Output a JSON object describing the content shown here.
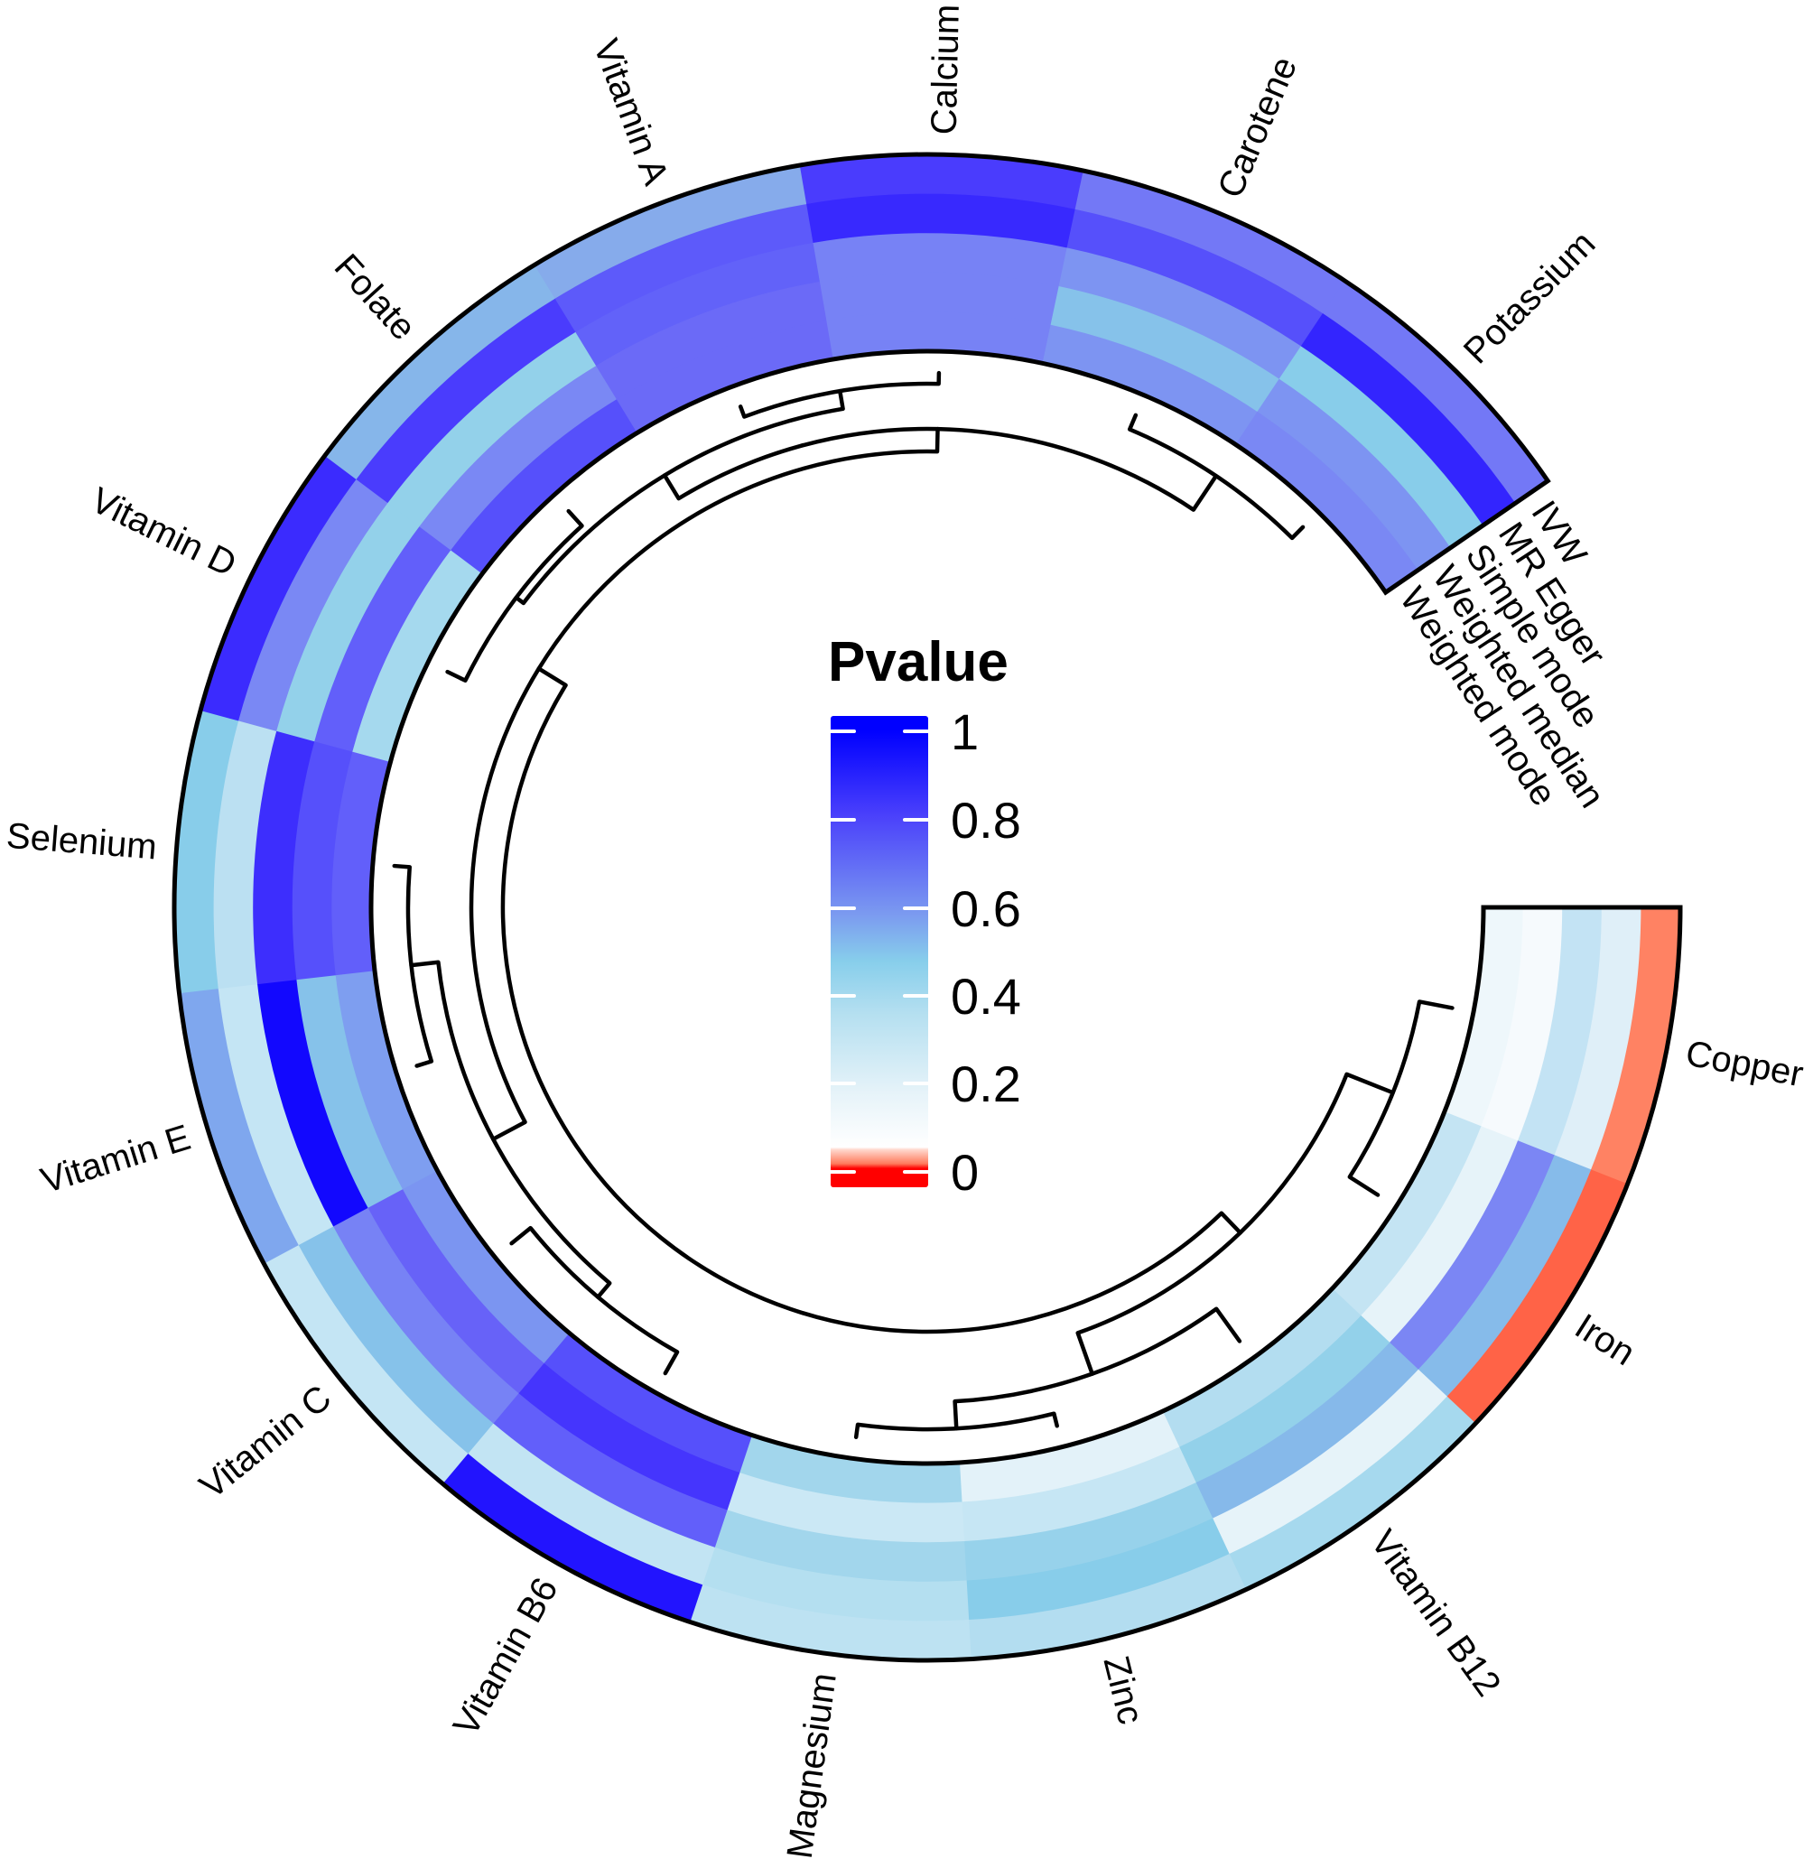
{
  "chart_data": {
    "type": "heatmap",
    "subtype": "circular heatmap with dendrogram",
    "title": "",
    "legend": {
      "title": "Pvalue",
      "ticks": [
        "1",
        "0.8",
        "0.6",
        "0.4",
        "0.2",
        "0"
      ],
      "tick_values": [
        1,
        0.8,
        0.6,
        0.4,
        0.2,
        0
      ],
      "colors": {
        "high": "#0000ff",
        "mid": "#87ceeb",
        "low": "#ffffff",
        "zero": "#ff0000"
      }
    },
    "tracks_outer_to_inner": [
      "IVW",
      "MR Egger",
      "Simple mode",
      "Weighted median",
      "Weighted mode"
    ],
    "sectors_clockwise": [
      "Copper",
      "Iron",
      "Vitamin B12",
      "Zinc",
      "Magnesium",
      "Vitamin B6",
      "Vitamin C",
      "Vitamin E",
      "Selenium",
      "Vitamin D",
      "Folate",
      "Vitamin A",
      "Calcium",
      "Carotene",
      "Potassium"
    ],
    "cells_colors_inner_to_outer": {
      "Copper": [
        "#eef7fb",
        "#f6fafd",
        "#c3e3f4",
        "#dfeff8",
        "#ff8263"
      ],
      "Iron": [
        "#c4e4f3",
        "#e6f3f9",
        "#7b86f4",
        "#86bbea",
        "#ff6347"
      ],
      "Vitamin B12": [
        "#b3ddf0",
        "#93d1ea",
        "#86b9ea",
        "#e6f3f9",
        "#a6d9ee"
      ],
      "Zinc": [
        "#e3f2f9",
        "#c6e6f4",
        "#97d2eb",
        "#88cdea",
        "#b3ddf0"
      ],
      "Magnesium": [
        "#a2d6ec",
        "#cbe8f5",
        "#a2d6ec",
        "#b4dff0",
        "#bde2f2"
      ],
      "Vitamin B6": [
        "#5650fb",
        "#4535fd",
        "#625ffa",
        "#c2e4f3",
        "#2214fe"
      ],
      "Vitamin C": [
        "#7b95f1",
        "#6762f8",
        "#7782f5",
        "#86c2ea",
        "#c4e5f4"
      ],
      "Vitamin E": [
        "#7e9ef0",
        "#86c2ea",
        "#1208fe",
        "#c4e5f4",
        "#7fa7ee"
      ],
      "Selenium": [
        "#625ffa",
        "#5650fb",
        "#3d2efd",
        "#bbe0f2",
        "#88cdea"
      ],
      "Vitamin D": [
        "#a5d9ee",
        "#625ffa",
        "#93d1ea",
        "#7a88f4",
        "#3b2bfe"
      ],
      "Folate": [
        "#5650fb",
        "#7a88f4",
        "#93d1ea",
        "#4a3cfd",
        "#86b6ea"
      ],
      "Vitamin A": [
        "#6b6af7",
        "#6b6af7",
        "#6262f9",
        "#5d5afa",
        "#86abeb"
      ],
      "Calcium": [
        "#7782f5",
        "#7782f5",
        "#7782f5",
        "#3829fe",
        "#4a3cfd"
      ],
      "Carotene": [
        "#7d94f2",
        "#86c2ea",
        "#7d94f2",
        "#5650fb",
        "#7378f6"
      ],
      "Potassium": [
        "#7a88f4",
        "#7d94f2",
        "#88cdea",
        "#3325fe",
        "#7378f6"
      ]
    },
    "pvalues_estimated": {
      "columns": [
        "IVW",
        "MR Egger",
        "Simple mode",
        "Weighted median",
        "Weighted mode"
      ],
      "rows": {
        "Copper": [
          0.01,
          0.17,
          0.35,
          0.1,
          0.12
        ],
        "Iron": [
          0.0,
          0.6,
          0.75,
          0.15,
          0.32
        ],
        "Vitamin B12": [
          0.43,
          0.15,
          0.6,
          0.47,
          0.36
        ],
        "Zinc": [
          0.36,
          0.48,
          0.47,
          0.31,
          0.17
        ],
        "Magnesium": [
          0.32,
          0.36,
          0.44,
          0.3,
          0.44
        ],
        "Vitamin B6": [
          0.98,
          0.32,
          0.87,
          0.92,
          0.89
        ],
        "Vitamin C": [
          0.31,
          0.55,
          0.77,
          0.85,
          0.72
        ],
        "Vitamin E": [
          0.65,
          0.31,
          0.99,
          0.55,
          0.7
        ],
        "Selenium": [
          0.48,
          0.33,
          0.93,
          0.89,
          0.86
        ],
        "Vitamin D": [
          0.94,
          0.76,
          0.45,
          0.86,
          0.42
        ],
        "Folate": [
          0.58,
          0.91,
          0.45,
          0.76,
          0.89
        ],
        "Vitamin A": [
          0.62,
          0.87,
          0.85,
          0.83,
          0.83
        ],
        "Calcium": [
          0.91,
          0.95,
          0.78,
          0.78,
          0.78
        ],
        "Carotene": [
          0.78,
          0.89,
          0.71,
          0.55,
          0.71
        ],
        "Potassium": [
          0.78,
          0.96,
          0.48,
          0.71,
          0.76
        ]
      }
    },
    "gap_degrees": 34.4,
    "sector_span_degrees": 21.7
  }
}
